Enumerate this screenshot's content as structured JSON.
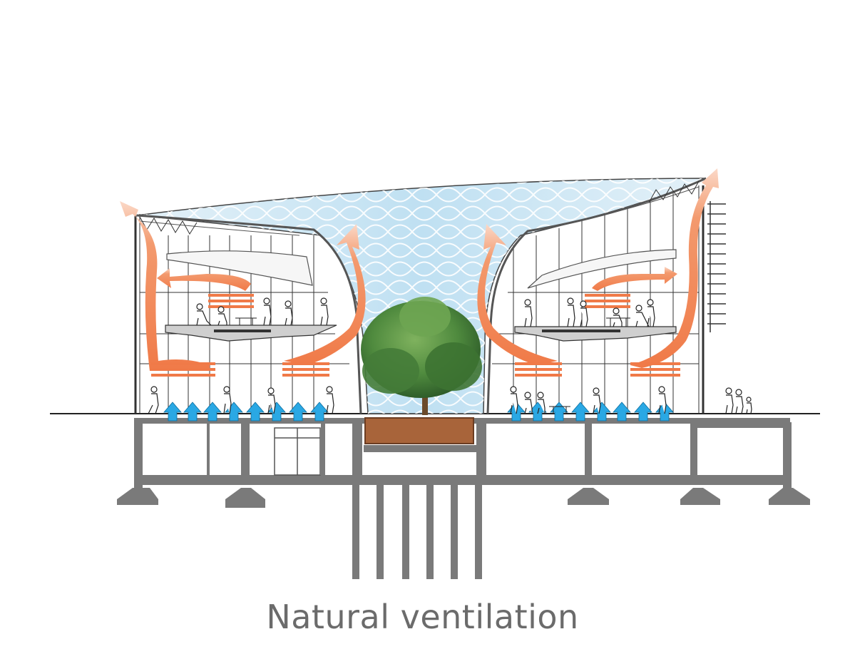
{
  "caption": "Natural ventilation",
  "colors": {
    "warm_air": "#f07a48",
    "cool_air": "#2aa8e4",
    "glass_roof": "#cfe6f3",
    "structure": "#7a7a7a",
    "planter_soil": "#a8643a",
    "tree": "#4f8a3e",
    "line": "#222222"
  },
  "icons": {
    "warm_airflow": "orange-curved-arrow",
    "cool_airflow": "blue-up-arrow",
    "tree": "tree-icon",
    "people": "person-silhouette"
  }
}
